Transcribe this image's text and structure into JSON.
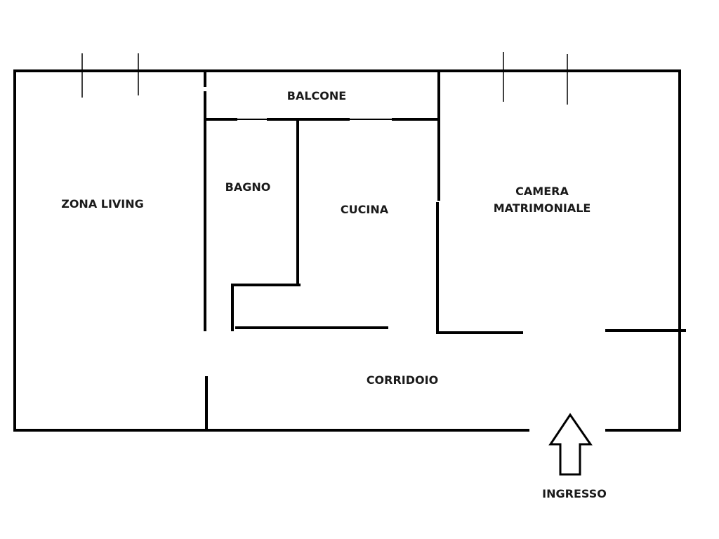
{
  "rooms": {
    "zona_living": "ZONA LIVING",
    "balcone": "BALCONE",
    "bagno": "BAGNO",
    "cucina": "CUCINA",
    "camera_line1": "CAMERA",
    "camera_line2": "MATRIMONIALE",
    "corridoio": "CORRIDOIO",
    "ingresso": "INGRESSO"
  },
  "colors": {
    "wall": "#000000",
    "background": "#ffffff",
    "label": "#1a1a1a"
  },
  "icons": {
    "entrance": "up-arrow-icon"
  }
}
